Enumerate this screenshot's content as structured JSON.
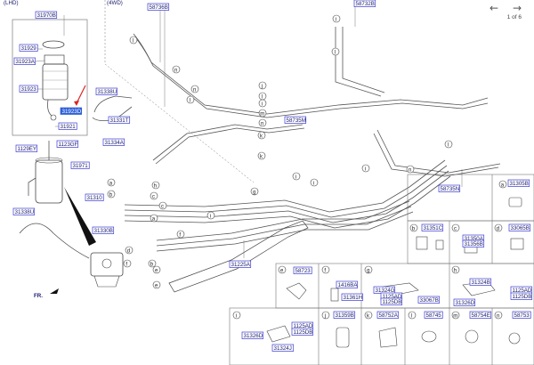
{
  "header": {
    "left_label": "(LHD)",
    "mid_label": "(4WD)"
  },
  "pager": {
    "prev": "←",
    "next": "→",
    "text": "1 of 6"
  },
  "direction_label": "FR.",
  "parts": {
    "p31970B": "31970B",
    "p31929": "31929",
    "p31923A": "31923A",
    "p31923": "31923",
    "p31923D": "31923D",
    "p31921": "31921",
    "p1123GF": "1123GF",
    "p1129EY": "1129EY",
    "p31971": "31971",
    "p31338U_a": "31338U",
    "p31331T": "31331T",
    "p31334A": "31334A",
    "p31338U_b": "31338U",
    "p31310": "31310",
    "p31330B": "31330B",
    "p58736B": "58736B",
    "p58735M": "58735M",
    "p58735N": "58735N",
    "p58732B": "58732B",
    "p31225A": "31225A",
    "p31305B": "31305B",
    "p31351C": "31351C",
    "p31350A": "31350A",
    "p31356B": "31356B",
    "p33065B": "33065B",
    "p58723": "58723",
    "p1416BA": "1416BA",
    "p31361H": "31361H",
    "p31324G": "31324G",
    "p1125AD_a": "1125AD",
    "p1125DB_a": "1125DB",
    "p33067B": "33067B",
    "p58745": "58745",
    "p31324B": "31324B",
    "p1125AD_b": "1125AD",
    "p1125DB_b": "1125DB",
    "p31326D_a": "31326D",
    "p58754E": "58754E",
    "p58753": "58753",
    "p31326D_b": "31326D",
    "p1125AD_c": "1125AD",
    "p1125DB_c": "1125DB",
    "p31324J": "31324J",
    "p31359B": "31359B",
    "p58752A": "58752A"
  },
  "callouts": {
    "a": "a",
    "b": "b",
    "c": "c",
    "d": "d",
    "e": "e",
    "f": "f",
    "g": "g",
    "h": "h",
    "i": "i",
    "j": "j",
    "k": "k",
    "l": "l",
    "m": "m",
    "n": "n"
  },
  "detail_panels": [
    "a",
    "b",
    "c",
    "d",
    "e",
    "f",
    "g",
    "h",
    "i",
    "j",
    "k",
    "l",
    "m",
    "n"
  ]
}
